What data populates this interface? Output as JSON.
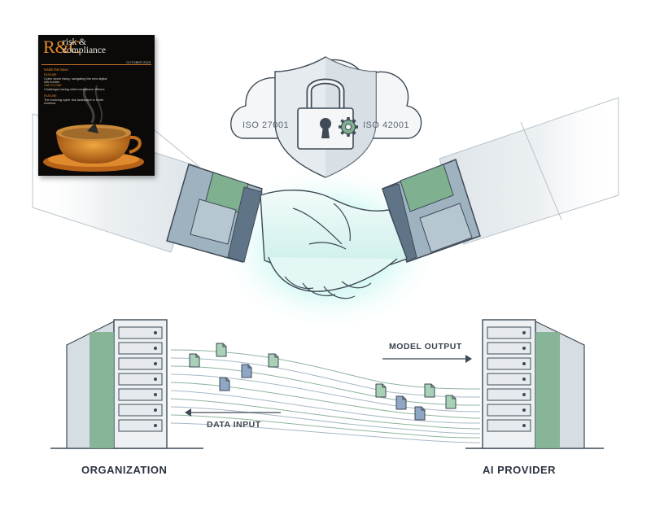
{
  "magazine": {
    "brand_mark": "R&C",
    "title_line1": "risk &",
    "title_line2": "compliance",
    "date": "OCTOBER 2025",
    "inside_heading": "Inside this issue",
    "items": [
      {
        "kicker": "FEATURE",
        "text": "Cyber storm rising: navigating the new digital risk frontier"
      },
      {
        "kicker": "ONE-TO-ONE",
        "text": "Challenges facing chief compliance officers"
      },
      {
        "kicker": "FEATURE",
        "text": "The evolving cyber risk landscape in North America"
      }
    ]
  },
  "shield": {
    "left_standard": "ISO 27001",
    "right_standard": "ISO 42001",
    "icons": [
      "cloud-icon",
      "shield-icon",
      "padlock-icon",
      "gear-icon"
    ]
  },
  "flows": {
    "model_output": "MODEL OUTPUT",
    "data_input": "DATA INPUT"
  },
  "nodes": {
    "left": "ORGANIZATION",
    "right": "AI PROVIDER"
  },
  "colors": {
    "accent_green": "#7fb08f",
    "glow": "#7fe8de",
    "document_blue": "#8fa6c4",
    "outline": "#3f4a56"
  }
}
